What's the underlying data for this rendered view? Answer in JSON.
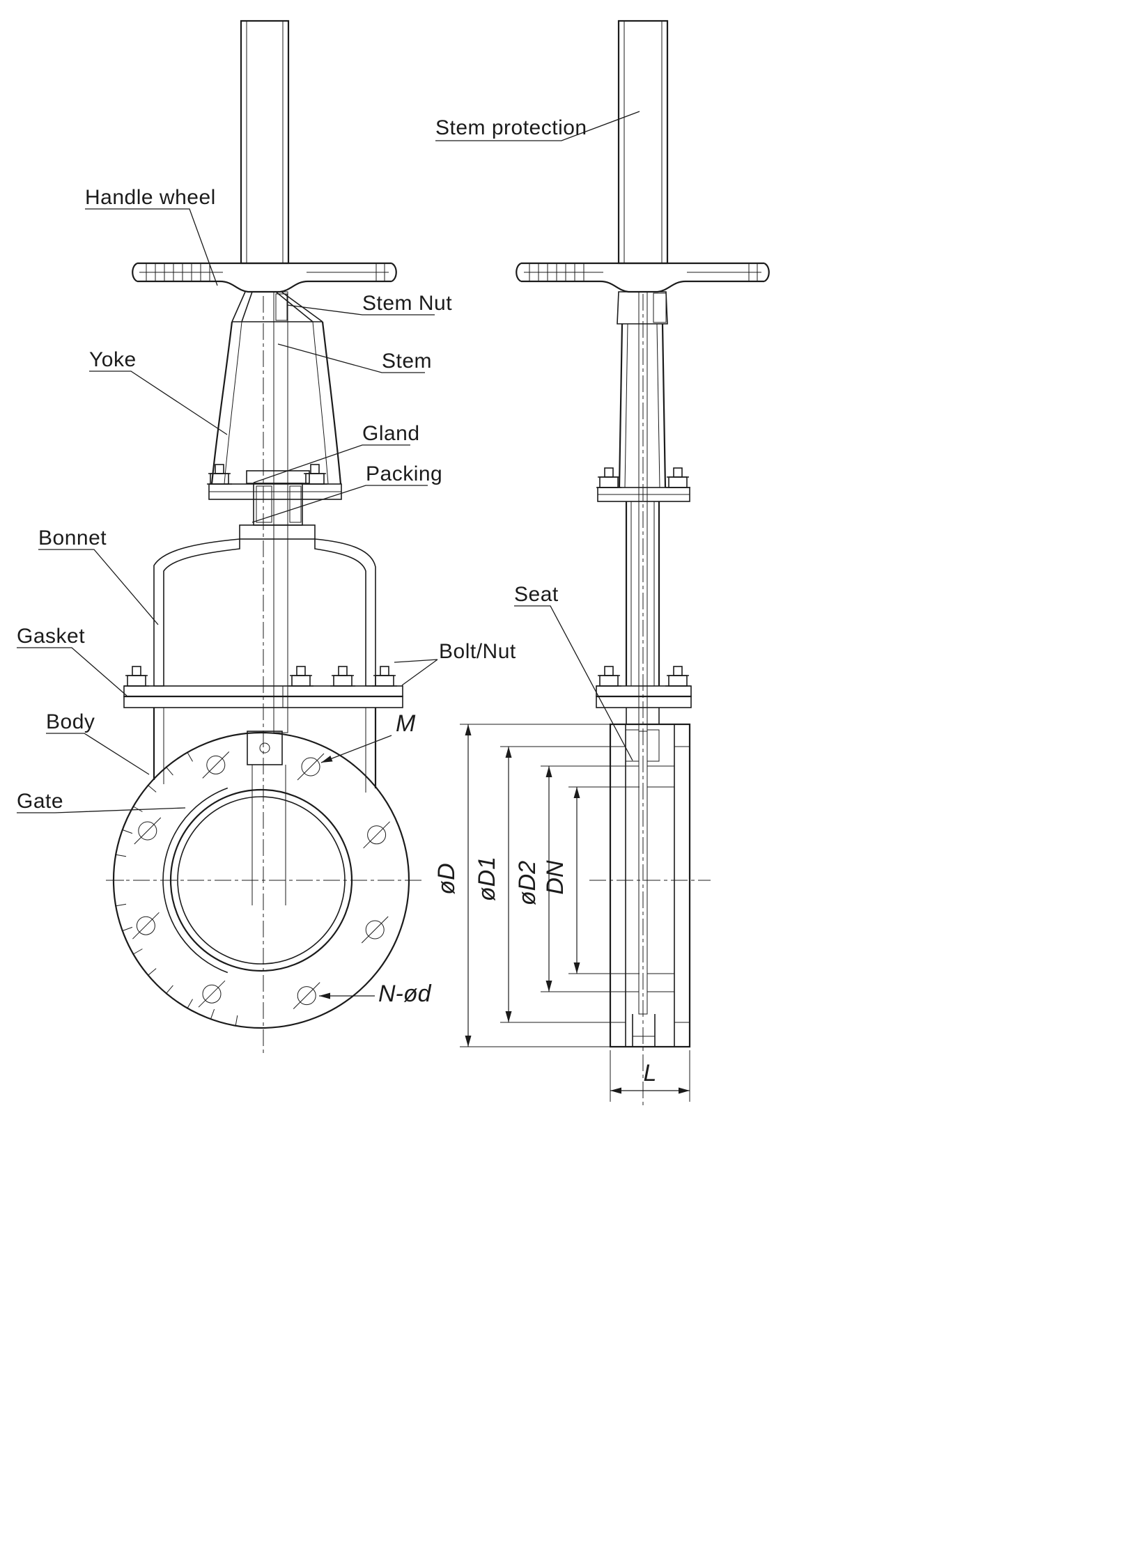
{
  "drawing": {
    "part_labels": {
      "stem_protection": "Stem protection",
      "handle_wheel": "Handle wheel",
      "stem_nut": "Stem Nut",
      "stem": "Stem",
      "yoke": "Yoke",
      "gland": "Gland",
      "packing": "Packing",
      "bonnet": "Bonnet",
      "gasket": "Gasket",
      "bolt_nut": "Bolt/Nut",
      "body": "Body",
      "gate": "Gate",
      "seat": "Seat"
    },
    "dimension_labels": {
      "thread": "M",
      "bolt_holes": "N-ød",
      "outer_diameter": "øD",
      "bolt_circle_diameter": "øD1",
      "raised_face_diameter": "øD2",
      "nominal_diameter": "DN",
      "face_to_face": "L"
    },
    "colors": {
      "line": "#1b1b1b",
      "background": "#ffffff"
    }
  }
}
